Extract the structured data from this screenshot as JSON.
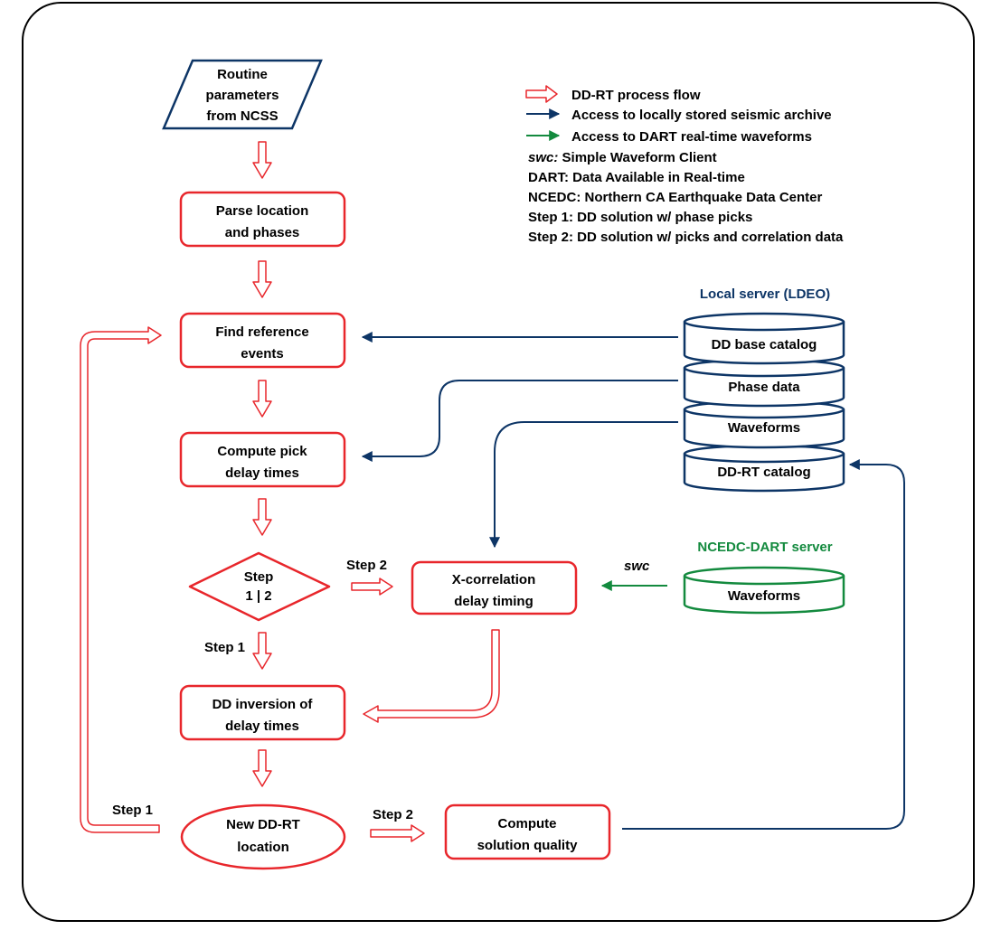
{
  "colors": {
    "red": "#e8262b",
    "navy": "#0d3566",
    "green": "#138a3e",
    "black": "#000000"
  },
  "legend": {
    "red_arrow": "DD-RT process flow",
    "blue_arrow": "Access to locally stored seismic archive",
    "green_arrow": "Access to DART real-time waveforms",
    "swc_abbr": "swc:",
    "swc_def": " Simple Waveform Client",
    "dart": "DART: Data Available in Real-time",
    "ncedc": "NCEDC: Northern CA Earthquake Data Center",
    "step1": "Step 1: DD solution w/ phase picks",
    "step2": "Step 2: DD solution w/ picks and correlation data"
  },
  "nodes": {
    "routine": [
      "Routine",
      "parameters",
      "from NCSS"
    ],
    "parse": [
      "Parse location",
      "and phases"
    ],
    "find_ref": [
      "Find reference",
      "events"
    ],
    "compute_pick": [
      "Compute pick",
      "delay times"
    ],
    "decision": [
      "Step",
      "1 | 2"
    ],
    "xcorr": [
      "X-correlation",
      "delay timing"
    ],
    "dd_inversion": [
      "DD inversion of",
      "delay times"
    ],
    "new_location": [
      "New DD-RT",
      "location"
    ],
    "solution_quality": [
      "Compute",
      "solution quality"
    ]
  },
  "servers": {
    "local_title": "Local server (LDEO)",
    "local_dbs": [
      "DD base catalog",
      "Phase data",
      "Waveforms",
      "DD-RT catalog"
    ],
    "ncedc_title": "NCEDC-DART server",
    "ncedc_db": "Waveforms"
  },
  "labels": {
    "step2_top": "Step 2",
    "step1_mid": "Step 1",
    "step1_bottom": "Step 1",
    "step2_bottom": "Step 2",
    "swc": "swc"
  }
}
